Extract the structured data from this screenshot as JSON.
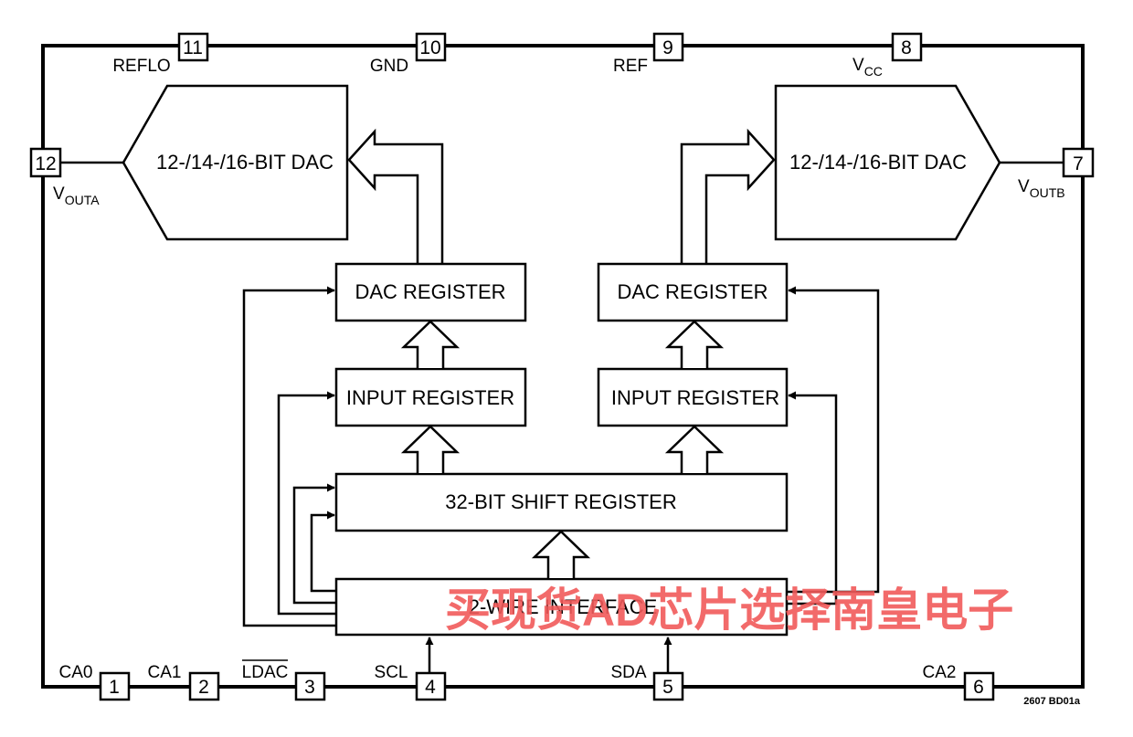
{
  "blocks": {
    "dac_a": "12-/14-/16-BIT DAC",
    "dac_b": "12-/14-/16-BIT DAC",
    "dac_reg_a": "DAC REGISTER",
    "dac_reg_b": "DAC REGISTER",
    "input_reg_a": "INPUT REGISTER",
    "input_reg_b": "INPUT REGISTER",
    "shift_reg": "32-BIT SHIFT REGISTER",
    "interface": "2-WIRE INTERFACE"
  },
  "pins": {
    "p1": {
      "num": "1",
      "name": "CA0"
    },
    "p2": {
      "num": "2",
      "name": "CA1"
    },
    "p3": {
      "num": "3",
      "name": "LDAC"
    },
    "p4": {
      "num": "4",
      "name": "SCL"
    },
    "p5": {
      "num": "5",
      "name": "SDA"
    },
    "p6": {
      "num": "6",
      "name": "CA2"
    },
    "p7": {
      "num": "7",
      "name": "V",
      "sub": "OUTB"
    },
    "p8": {
      "num": "8",
      "name": "V",
      "sub": "CC"
    },
    "p9": {
      "num": "9",
      "name": "REF"
    },
    "p10": {
      "num": "10",
      "name": "GND"
    },
    "p11": {
      "num": "11",
      "name": "REFLO"
    },
    "p12": {
      "num": "12",
      "name": "V",
      "sub": "OUTA"
    }
  },
  "figure_id": "2607 BD01a",
  "watermark": "买现货AD芯片选择南皇电子"
}
